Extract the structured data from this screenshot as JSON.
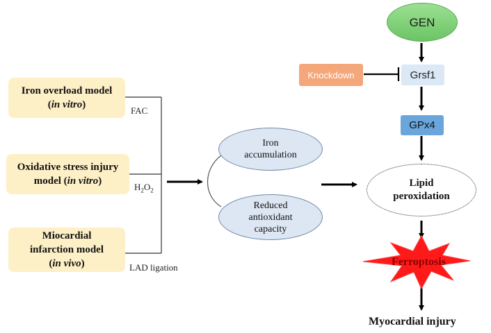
{
  "models": [
    {
      "line1": "Iron overload model",
      "line2_pre": "(",
      "line2_it": "in vitro",
      "line2_post": ")"
    },
    {
      "line1": "Oxidative stress injury",
      "line2_pre": "model  (",
      "line2_it": "in vitro",
      "line2_post": ")"
    },
    {
      "line1": "Miocardial",
      "line2_pre": "infarction model",
      "line3_pre": "(",
      "line3_it": "in vivo",
      "line3_post": ")"
    }
  ],
  "labels": {
    "fac": "FAC",
    "h2o2_base": "H",
    "h2o2_sub1": "2",
    "h2o2_mid": "O",
    "h2o2_sub2": "2",
    "lad": "LAD ligation"
  },
  "mechanisms": {
    "iron_line1": "Iron",
    "iron_line2": "accumulation",
    "reduced_line1": "Reduced",
    "reduced_line2": "antioxidant",
    "reduced_line3": "capacity"
  },
  "pathway": {
    "gen": "GEN",
    "knockdown": "Knockdown",
    "grsf1": "Grsf1",
    "gpx4": "GPx4",
    "lipid_line1": "Lipid",
    "lipid_line2": "peroxidation",
    "ferroptosis": "Ferroptosis",
    "injury": "Myocardial injury"
  },
  "colors": {
    "model_fill": "#fdefc6",
    "mechanism_fill": "#dde7f3",
    "gen_fill": "#82d27a",
    "knockdown_fill": "#f3a77a",
    "grsf1_fill": "#dbe8f6",
    "gpx4_fill": "#6aa6dc",
    "ferroptosis_fill": "#ff1a1a"
  }
}
